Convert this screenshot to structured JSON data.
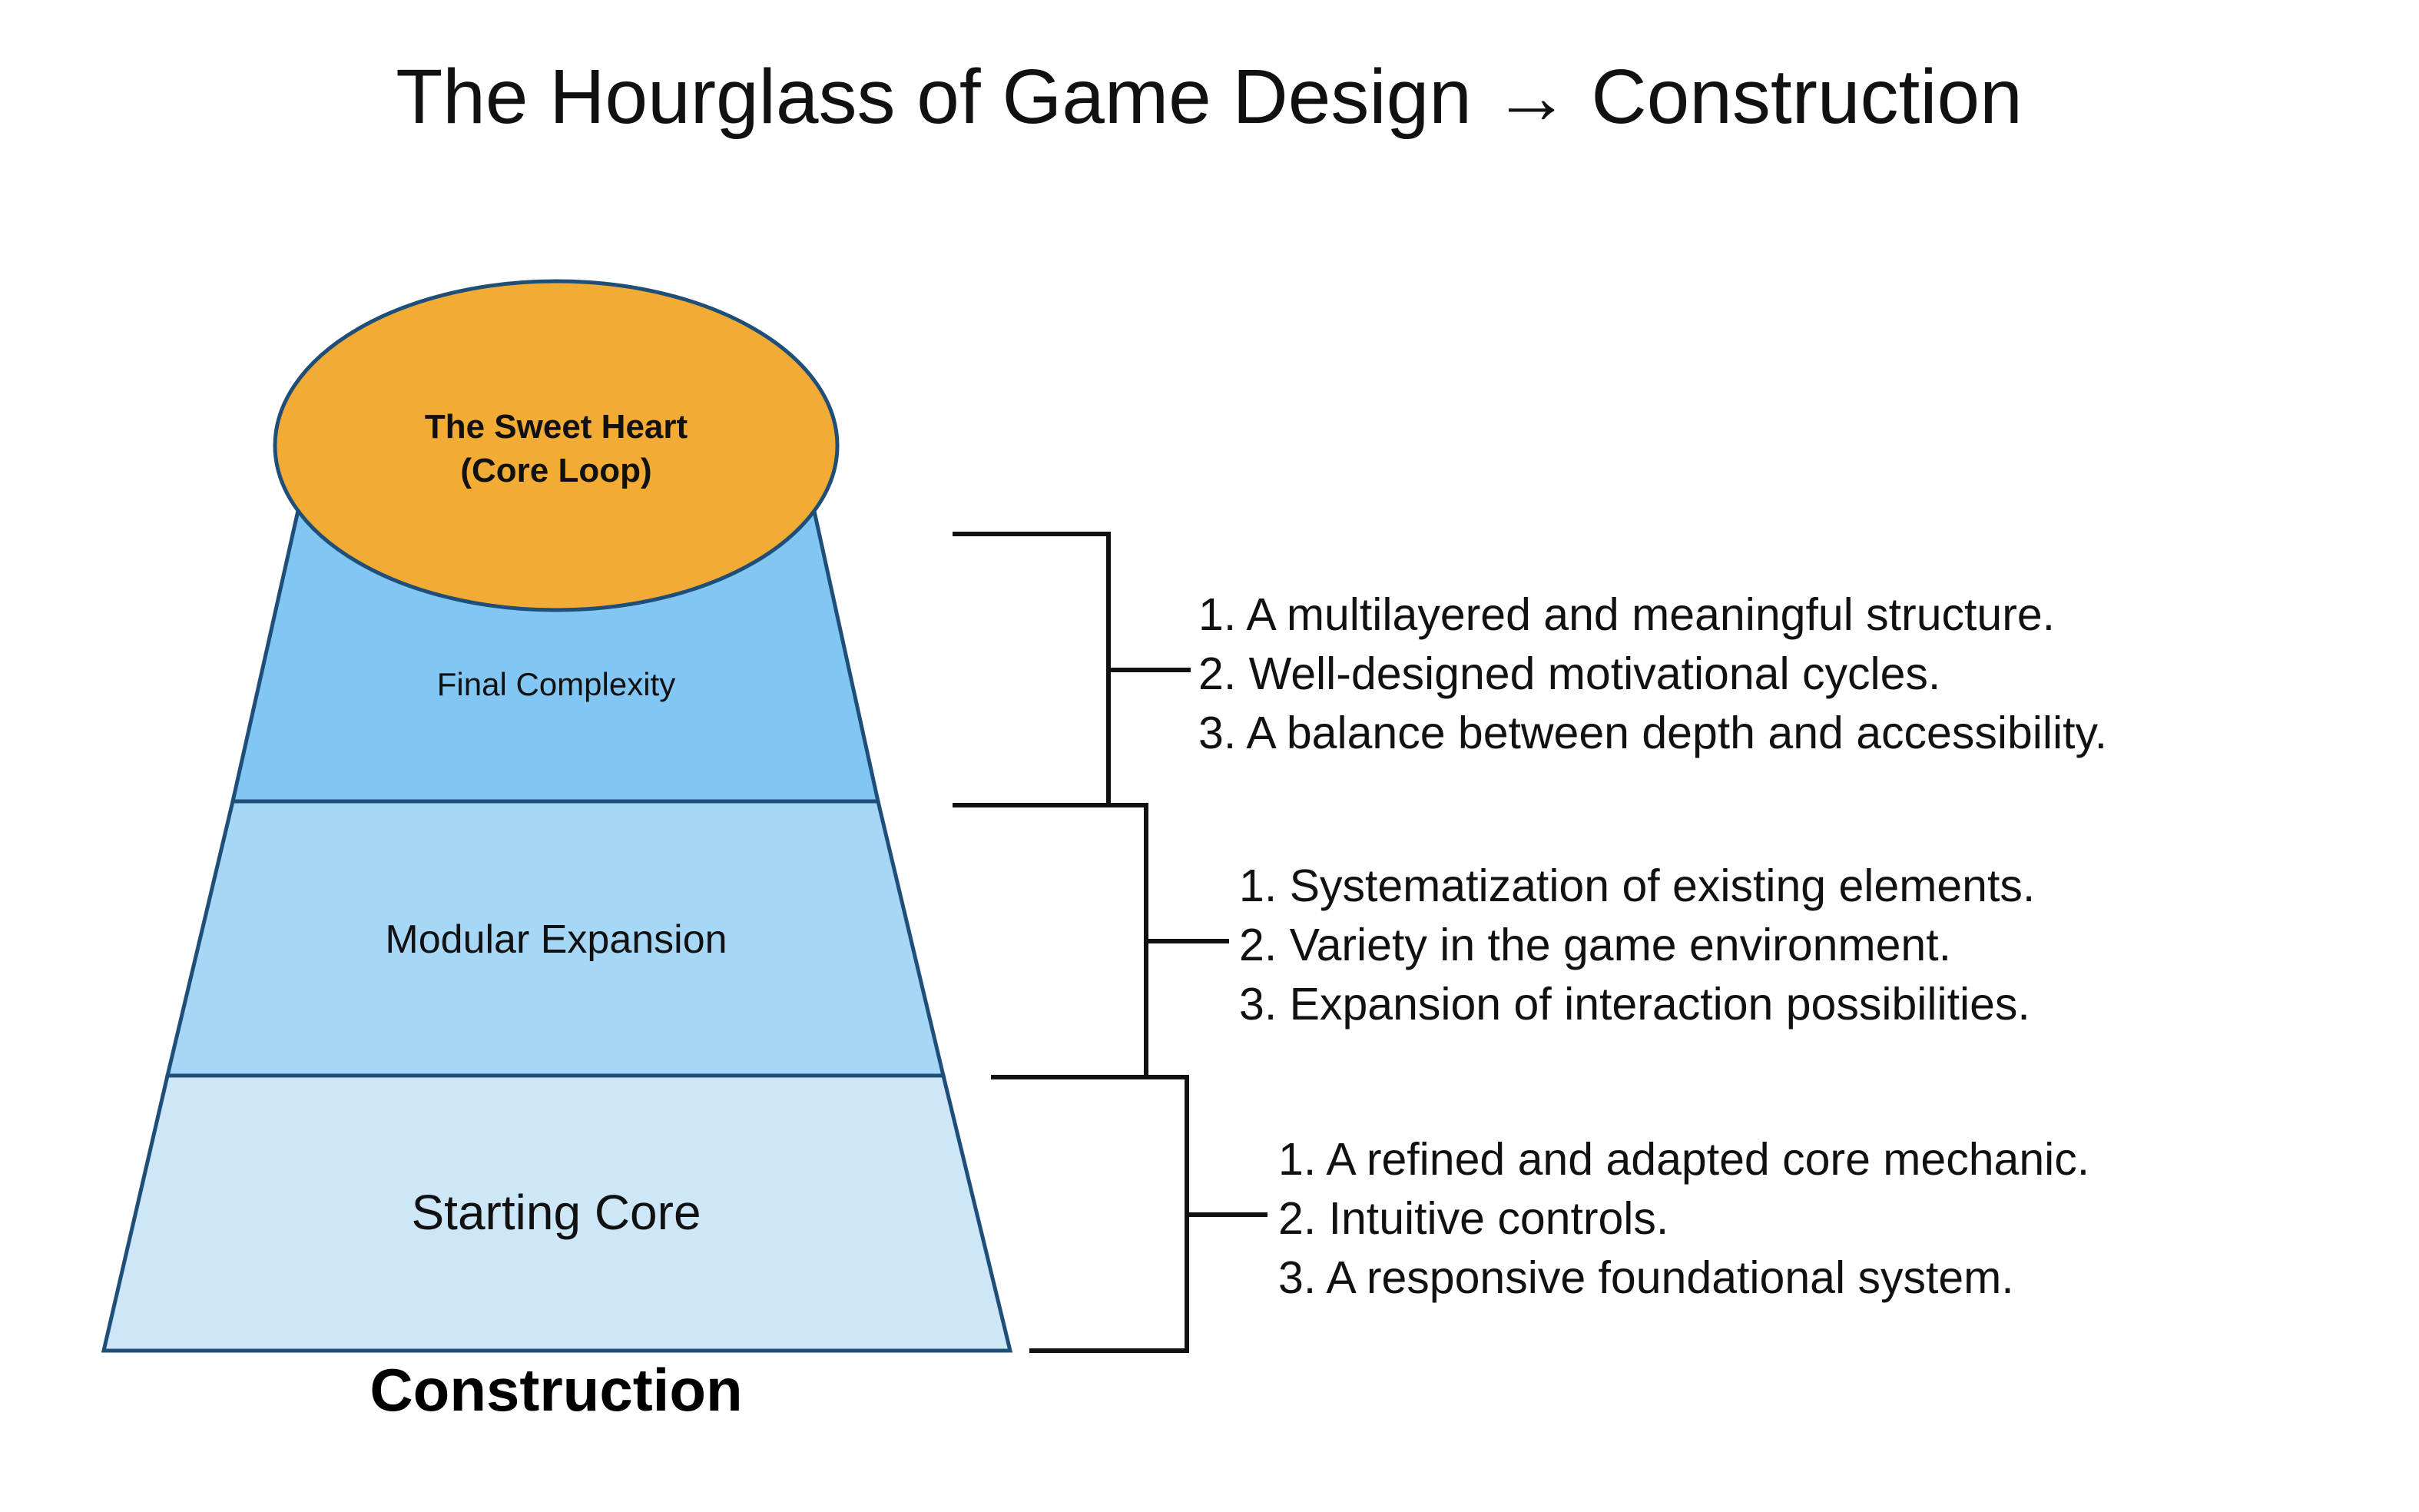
{
  "title": "The Hourglass of Game Design → Construction",
  "heart": {
    "line1": "The Sweet Heart",
    "line2": "(Core Loop)",
    "color": "#f2ab35"
  },
  "layers": {
    "final": {
      "label": "Final Complexity",
      "color": "#82c7f3"
    },
    "modular": {
      "label": "Modular Expansion",
      "color": "#a7d7f6"
    },
    "starting": {
      "label": "Starting Core",
      "color": "#cde6f8"
    }
  },
  "base_label": "Construction",
  "lists": {
    "final": [
      "1. A multilayered and meaningful structure.",
      "2. Well-designed motivational cycles.",
      "3. A balance between depth and accessibility."
    ],
    "modular": [
      "1. Systematization of existing elements.",
      "2. Variety in the game environment.",
      "3. Expansion of interaction possibilities."
    ],
    "starting": [
      "1. A refined and adapted core mechanic.",
      "2. Intuitive controls.",
      "3. A responsive foundational system."
    ]
  }
}
